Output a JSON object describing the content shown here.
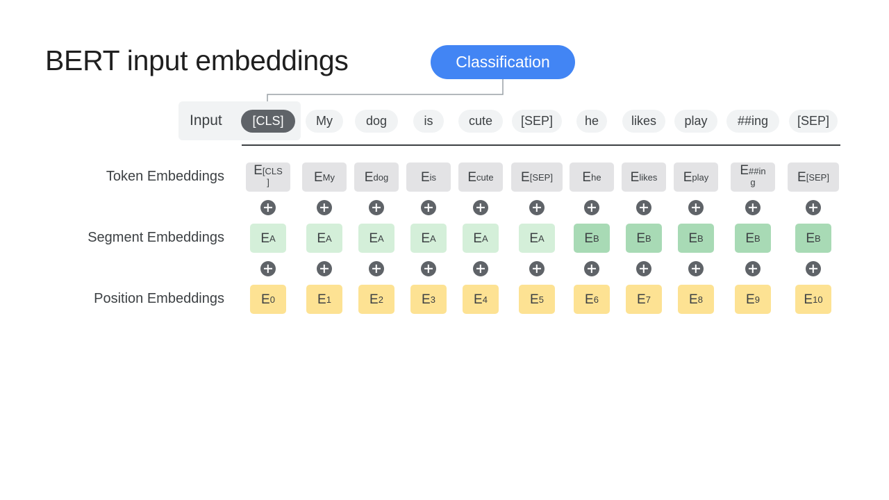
{
  "title": "BERT input embeddings",
  "classification_label": "Classification",
  "rows": {
    "input": "Input",
    "token": "Token Embeddings",
    "segment": "Segment Embeddings",
    "position": "Position Embeddings"
  },
  "tokens": [
    {
      "text": "[CLS]",
      "tok_sub": "[CLS",
      "tok_rest": "]",
      "seg": "A",
      "pos": "0",
      "highlight": true
    },
    {
      "text": "My",
      "tok_sub": "My",
      "seg": "A",
      "pos": "1"
    },
    {
      "text": "dog",
      "tok_sub": "dog",
      "seg": "A",
      "pos": "2"
    },
    {
      "text": "is",
      "tok_sub": "is",
      "seg": "A",
      "pos": "3"
    },
    {
      "text": "cute",
      "tok_sub": "cute",
      "seg": "A",
      "pos": "4"
    },
    {
      "text": "[SEP]",
      "tok_sub": "[SEP]",
      "seg": "A",
      "pos": "5"
    },
    {
      "text": "he",
      "tok_sub": "he",
      "seg": "B",
      "pos": "6"
    },
    {
      "text": "likes",
      "tok_sub": "likes",
      "seg": "B",
      "pos": "7"
    },
    {
      "text": "play",
      "tok_sub": "play",
      "seg": "B",
      "pos": "8"
    },
    {
      "text": "##ing",
      "tok_sub": "##in",
      "tok_rest": "g",
      "seg": "B",
      "pos": "9"
    },
    {
      "text": "[SEP]",
      "tok_sub": "[SEP]",
      "seg": "B",
      "pos": "10"
    }
  ],
  "embedding_letter": "E",
  "colors": {
    "classification": "#4285f4",
    "token_box": "#e3e3e5",
    "segment_a": "#d4efd9",
    "segment_b": "#a8dab5",
    "position_box": "#fde293",
    "plus_icon": "#5f6368"
  },
  "icons": {
    "plus": "plus-circle-icon"
  }
}
